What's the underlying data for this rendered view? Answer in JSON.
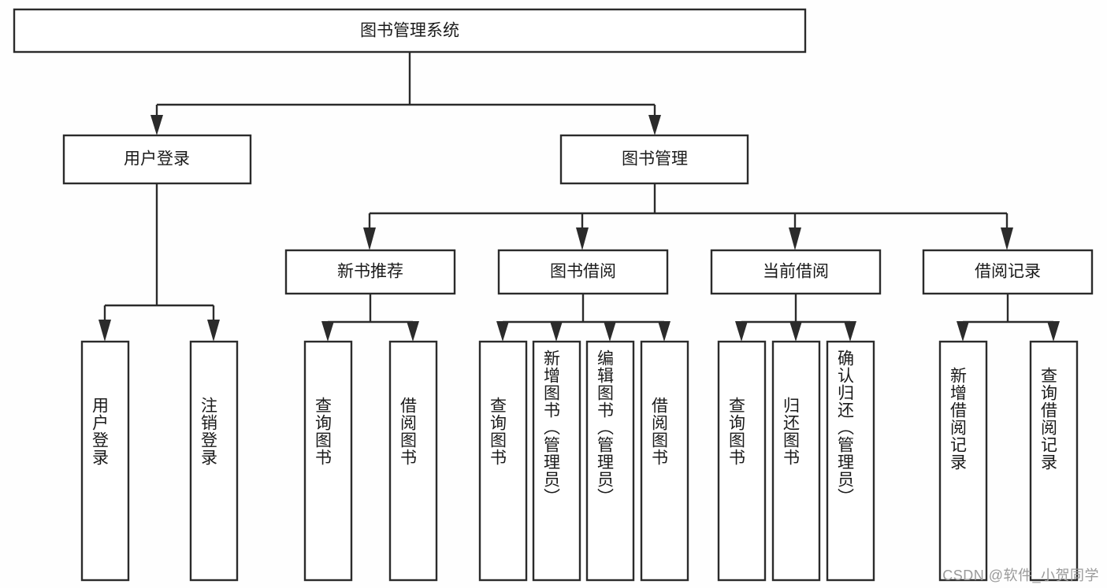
{
  "diagram": {
    "type": "tree",
    "orientation": "top-down",
    "title": "图书管理系统",
    "colors": {
      "background": "#fefefe",
      "box_fill": "#ffffff",
      "stroke": "#2b2b2b",
      "text": "#1a1a1a",
      "watermark": "#9a9a9a"
    },
    "root": {
      "label": "图书管理系统"
    },
    "level2": [
      {
        "label": "用户登录"
      },
      {
        "label": "图书管理"
      }
    ],
    "level3": [
      {
        "label": "新书推荐"
      },
      {
        "label": "图书借阅"
      },
      {
        "label": "当前借阅"
      },
      {
        "label": "借阅记录"
      }
    ],
    "leaves": {
      "user_login": [
        {
          "label": "用户登录"
        },
        {
          "label": "注销登录"
        }
      ],
      "new_book_recommend": [
        {
          "label": "查询图书"
        },
        {
          "label": "借阅图书"
        }
      ],
      "book_borrow": [
        {
          "label": "查询图书"
        },
        {
          "label": "新增图书（管理员）"
        },
        {
          "label": "编辑图书（管理员）"
        },
        {
          "label": "借阅图书"
        }
      ],
      "current_borrow": [
        {
          "label": "查询图书"
        },
        {
          "label": "归还图书"
        },
        {
          "label": "确认归还（管理员）"
        }
      ],
      "borrow_record": [
        {
          "label": "新增借阅记录"
        },
        {
          "label": "查询借阅记录"
        }
      ]
    },
    "watermark": "CSDN @软件_小贺同学"
  }
}
